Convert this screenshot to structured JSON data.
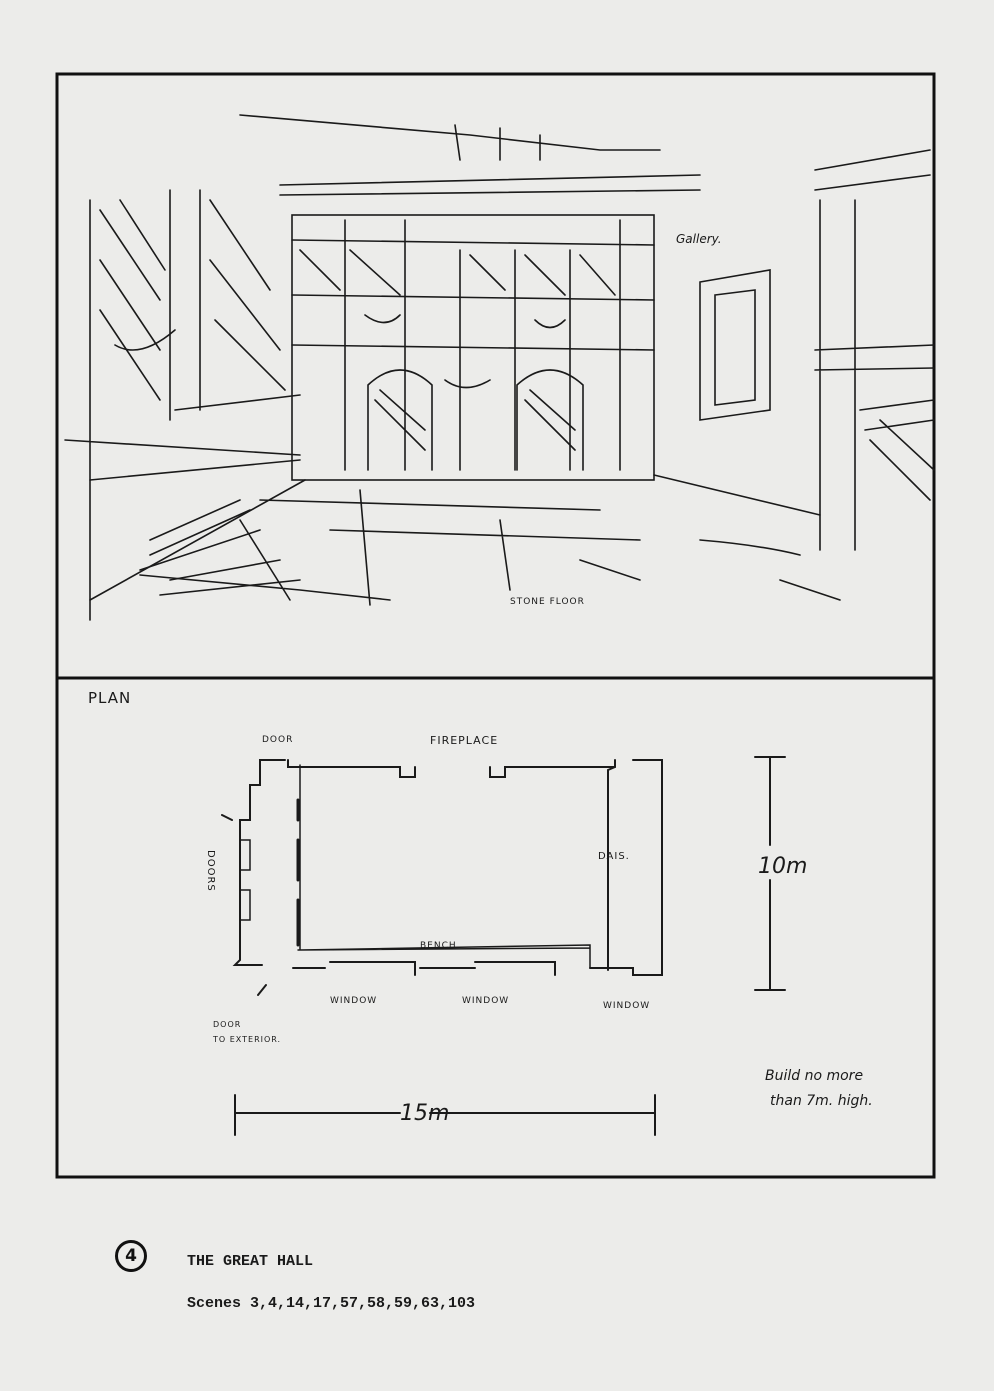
{
  "sketch": {
    "labels": {
      "gallery": "Gallery.",
      "stone_floor": "STONE FLOOR"
    }
  },
  "plan": {
    "title": "PLAN",
    "labels": {
      "door": "DOOR",
      "fireplace": "FIREPLACE",
      "dais": "DAIS.",
      "doors": "DOORS",
      "bench": "BENCH.",
      "window_1": "WINDOW",
      "window_2": "WINDOW",
      "window_3": "WINDOW",
      "door_exterior_1": "DOOR",
      "door_exterior_2": "TO EXTERIOR.",
      "height_dim": "10m",
      "width_dim": "15m",
      "note_1": "Build no more",
      "note_2": "than 7m. high."
    }
  },
  "footer": {
    "number": "4",
    "title": "THE GREAT HALL",
    "scenes": "Scenes 3,4,14,17,57,58,59,63,103"
  },
  "colors": {
    "paper": "#ececea",
    "ink": "#1a1a1a"
  }
}
